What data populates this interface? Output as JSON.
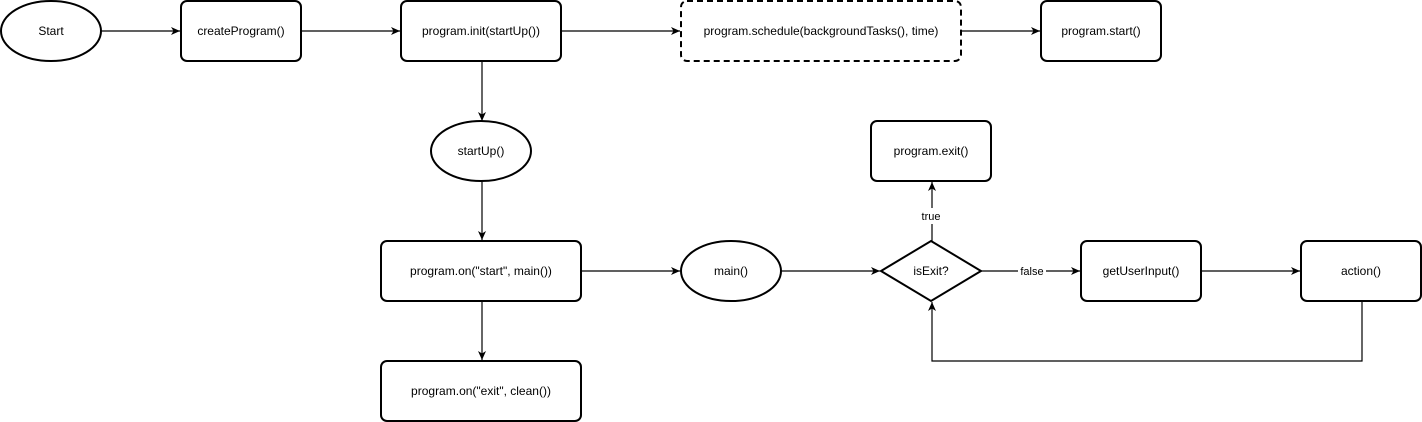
{
  "nodes": {
    "start": "Start",
    "create_program": "createProgram()",
    "program_init": "program.init(startUp())",
    "program_schedule": "program.schedule(backgroundTasks(), time)",
    "program_start": "program.start()",
    "startup": "startUp()",
    "program_on_start": "program.on(\"start\", main())",
    "program_on_exit": "program.on(\"exit\", clean())",
    "main": "main()",
    "is_exit": "isExit?",
    "program_exit": "program.exit()",
    "get_user_input": "getUserInput()",
    "action": "action()"
  },
  "edge_labels": {
    "true": "true",
    "false": "false"
  }
}
